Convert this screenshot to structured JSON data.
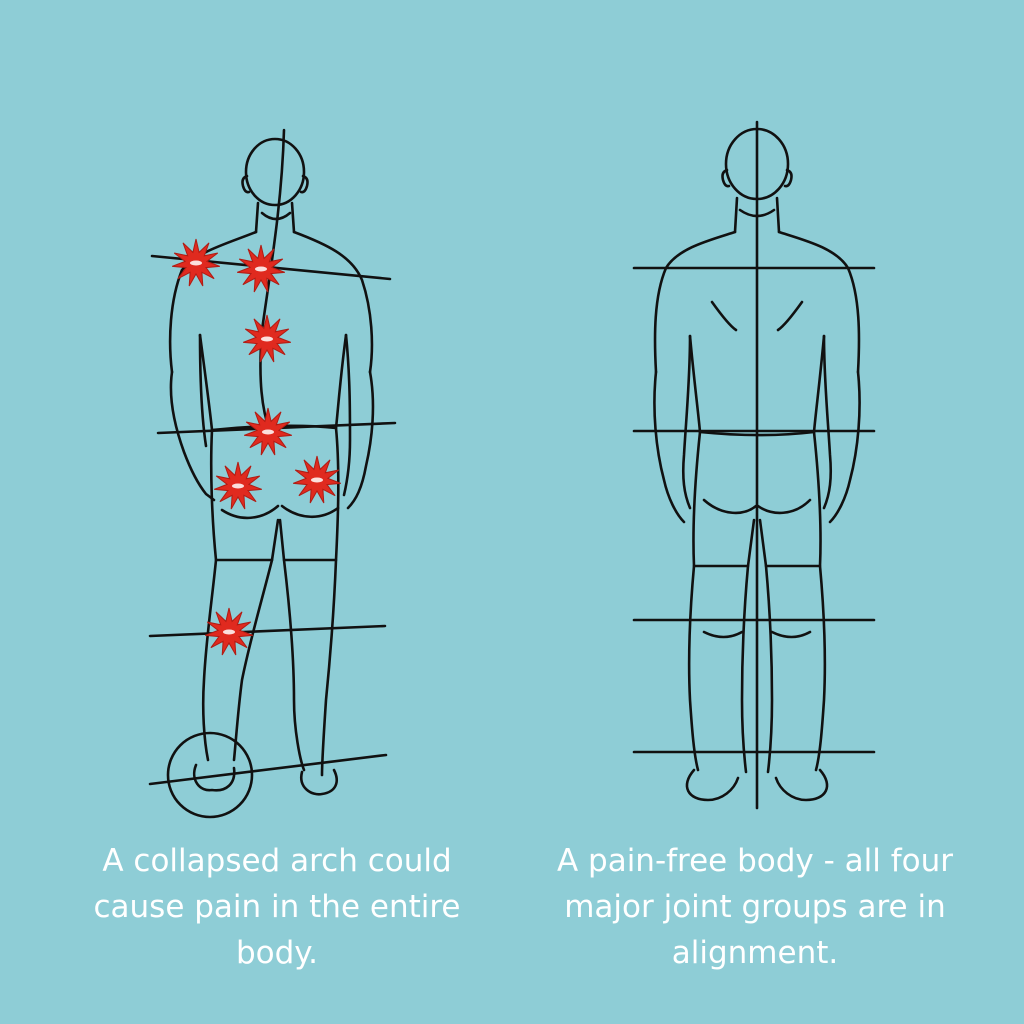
{
  "colors": {
    "background": "#8ecdd6",
    "outline": "#111111",
    "pain_fill": "#e02a1f",
    "pain_stroke": "#b01c14",
    "caption_text": "#ffffff"
  },
  "icons": {
    "pain_marker": "pain-burst-icon",
    "problem_marker": "circle-highlight-icon"
  },
  "left_figure": {
    "caption": "A collapsed arch could cause pain in the entire body.",
    "pain_point_count": 8,
    "pain_points": [
      "right-shoulder",
      "upper-spine",
      "mid-spine",
      "lower-back",
      "left-hip",
      "right-hip",
      "knee",
      "ankle-collapsed-arch"
    ]
  },
  "right_figure": {
    "caption": "A pain-free body - all four major joint groups are in alignment.",
    "aligned_joint_groups": 4
  }
}
